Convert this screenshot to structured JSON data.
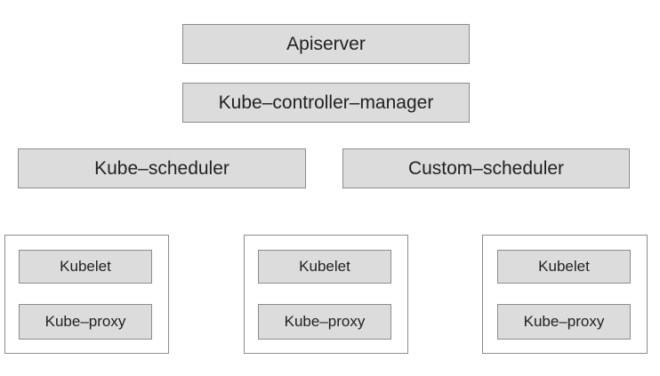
{
  "control_plane": {
    "apiserver": "Apiserver",
    "controller_manager": "Kube–controller–manager",
    "kube_scheduler": "Kube–scheduler",
    "custom_scheduler": "Custom–scheduler"
  },
  "nodes": [
    {
      "kubelet": "Kubelet",
      "proxy": "Kube–proxy"
    },
    {
      "kubelet": "Kubelet",
      "proxy": "Kube–proxy"
    },
    {
      "kubelet": "Kubelet",
      "proxy": "Kube–proxy"
    }
  ]
}
